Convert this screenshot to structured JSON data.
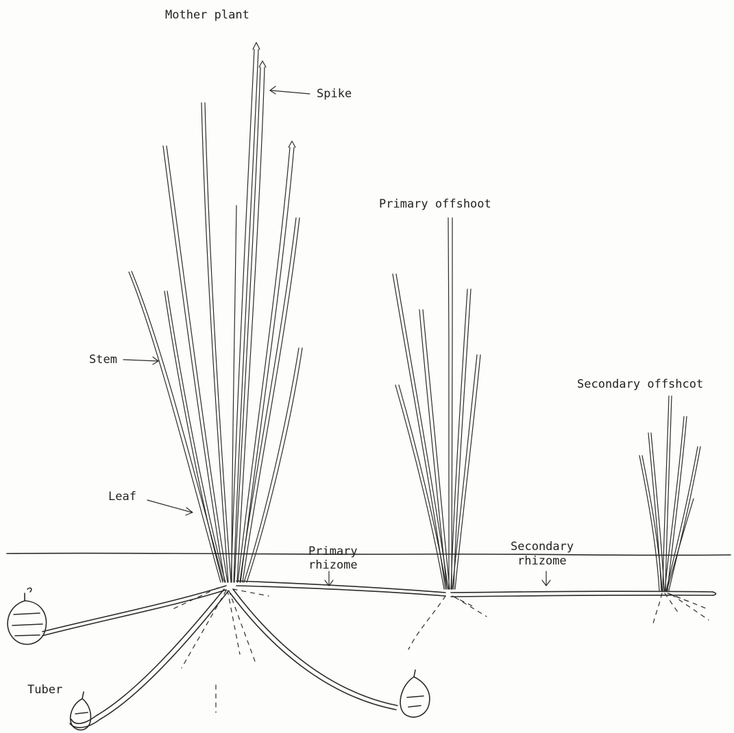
{
  "labels": {
    "mother_plant": "Mother plant",
    "spike": "Spike",
    "stem": "Stem",
    "leaf": "Leaf",
    "primary_offshoot": "Primary offshoot",
    "secondary_offshoot": "Secondary offshcot",
    "primary_rhizome_1": "Primary",
    "primary_rhizome_2": "rhizome",
    "secondary_rhizome_1": "Secondary",
    "secondary_rhizome_2": "rhizome",
    "tuber": "Tuber"
  },
  "colors": {
    "ink": "#2a2a2a",
    "paper": "#fdfdfb"
  }
}
